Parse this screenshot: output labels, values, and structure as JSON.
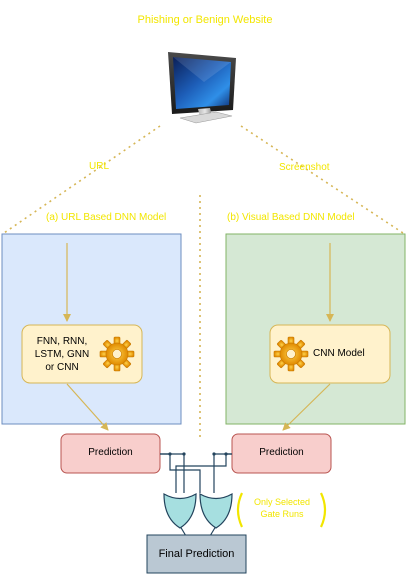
{
  "diagram": {
    "title": "Phishing or Benign Website",
    "edge_url_label": "URL",
    "edge_screenshot_label": "Screenshot",
    "panel_url": {
      "title": "(a) URL Based DNN Model",
      "model_lines": [
        "FNN, RNN,",
        "LSTM, GNN",
        "or CNN"
      ],
      "model_icon": "gear-icon"
    },
    "panel_visual": {
      "title": "(b) Visual Based DNN Model",
      "model_label": "CNN Model",
      "model_icon": "gear-icon"
    },
    "prediction_left": "Prediction",
    "prediction_right": "Prediction",
    "gate_note_line1": "Only Selected",
    "gate_note_line2": "Gate Runs",
    "final_prediction": "Final Prediction",
    "monitor_icon": "computer-monitor-icon",
    "gate_icon": "or-gate-icon"
  },
  "colors": {
    "accent_yellow": "#f2e600",
    "panel_blue_fill": "#dae8fc",
    "panel_blue_stroke": "#6c8ebf",
    "panel_green_fill": "#d5e8d4",
    "panel_green_stroke": "#82b366",
    "model_box_fill": "#fff2cc",
    "model_box_stroke": "#d6b656",
    "prediction_fill": "#f8cecc",
    "prediction_stroke": "#b85450",
    "gate_fill": "#a6dfe0",
    "final_fill": "#bac8d3",
    "final_stroke": "#23445d"
  }
}
